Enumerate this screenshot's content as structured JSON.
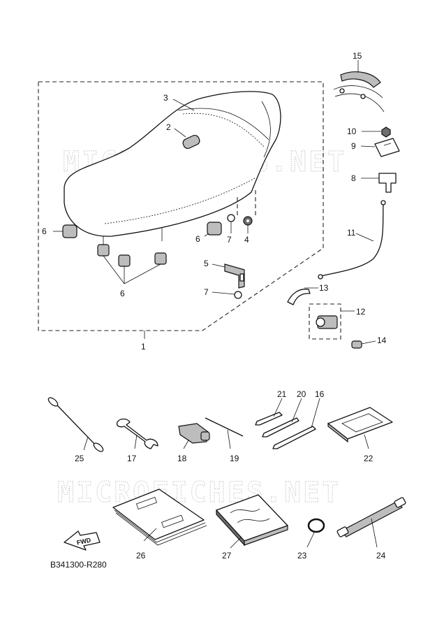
{
  "watermark": "MICROFICHES.NET",
  "diagram_code": "B341300-R280",
  "fwd_label": "FWD",
  "labels": {
    "p1": "1",
    "p2": "2",
    "p3": "3",
    "p4": "4",
    "p5": "5",
    "p6a": "6",
    "p6b": "6",
    "p6c": "6",
    "p7a": "7",
    "p7b": "7",
    "p8": "8",
    "p9": "9",
    "p10": "10",
    "p11": "11",
    "p12": "12",
    "p13": "13",
    "p14": "14",
    "p15": "15",
    "p16": "16",
    "p17": "17",
    "p18": "18",
    "p19": "19",
    "p20": "20",
    "p21": "21",
    "p22": "22",
    "p23": "23",
    "p24": "24",
    "p25": "25",
    "p26": "26",
    "p27": "27"
  }
}
